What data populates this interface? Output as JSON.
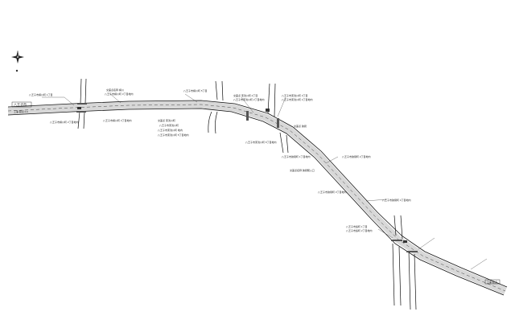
{
  "map": {
    "compass": {
      "icon": "north-arrow-icon"
    },
    "colors": {
      "road_edge": "#111111",
      "road_fill": "#d8d8d8",
      "background": "#ffffff"
    },
    "labels": [
      {
        "id": "west-terminus-title",
        "text": "八王子市"
      },
      {
        "id": "west-terminus-sub",
        "text": "工事 起点 0.0"
      },
      {
        "id": "label-w1",
        "text": "八王子市横川町 1丁目"
      },
      {
        "id": "label-w2",
        "text": "八王子市横川町 2丁目地内"
      },
      {
        "id": "label-w3",
        "text": "交差点名称 横川"
      },
      {
        "id": "label-w4",
        "text": "八王子市横川町 3丁目地内"
      },
      {
        "id": "label-w5",
        "text": "八王子市横川町 4丁目地内"
      },
      {
        "id": "label-m1",
        "text": "八王子市横川町 5丁目"
      },
      {
        "id": "label-m2",
        "text": "交差点 東浅川町"
      },
      {
        "id": "label-m3",
        "text": "八王子市東浅川町"
      },
      {
        "id": "label-m4",
        "text": "八王子市東浅川町 地内"
      },
      {
        "id": "label-m5",
        "text": "八王子市東浅川町 5丁目地内"
      },
      {
        "id": "label-c1",
        "text": "交差点 東浅川町 2丁目"
      },
      {
        "id": "label-c2",
        "text": "八王子市東浅川町 2丁目地内"
      },
      {
        "id": "label-c3",
        "text": "八王子市東浅川町 3丁目"
      },
      {
        "id": "label-c4",
        "text": "八王子市東浅川町 4丁目地内"
      },
      {
        "id": "label-c5",
        "text": "八王子市東浅川町 6丁目地内"
      },
      {
        "id": "label-c6",
        "text": "交差点 狭間"
      },
      {
        "id": "label-e1",
        "text": "八王子市狭間町 1丁目地内"
      },
      {
        "id": "label-e2",
        "text": "八王子市狭間町 2丁目地内"
      },
      {
        "id": "label-e3",
        "text": "交差点名称 狭間駅入口"
      },
      {
        "id": "label-e4",
        "text": "八王子市狭間町 3丁目地内"
      },
      {
        "id": "label-e5",
        "text": "八王子市狭間町 4丁目地内"
      },
      {
        "id": "label-e6",
        "text": "八王子市館町 1丁目"
      },
      {
        "id": "label-e7",
        "text": "八王子市館町 2丁目地内"
      },
      {
        "id": "east-terminus",
        "text": "工事 終点"
      }
    ]
  }
}
